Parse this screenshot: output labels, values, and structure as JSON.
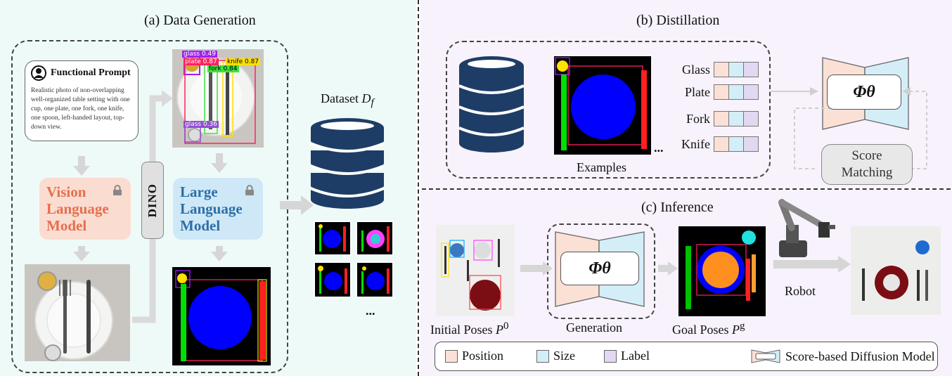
{
  "panels": {
    "a_title": "(a) Data Generation",
    "b_title": "(b) Distillation",
    "c_title": "(c) Inference"
  },
  "prompt": {
    "title": "Functional Prompt",
    "text": "Realistic photo of non-overlapping well-organized table setting with one cup, one plate, one fork, one knife, one spoon, left-handed layout, top-down view."
  },
  "models": {
    "vlm": [
      "Vision",
      "Language",
      "Model"
    ],
    "llm": [
      "Large",
      "Language",
      "Model"
    ],
    "dino": "DINO"
  },
  "detections": [
    {
      "label": "glass 0.49",
      "color": "#a020f0"
    },
    {
      "label": "plate 0.87",
      "color": "#ff2060"
    },
    {
      "label": "knife 0.87",
      "color": "#ffe000"
    },
    {
      "label": "fork 0.84",
      "color": "#40e040"
    },
    {
      "label": "glass 0.36",
      "color": "#9050d0"
    }
  ],
  "dataset": {
    "label": "Dataset",
    "symbol": "D",
    "sub": "f",
    "more": "..."
  },
  "distill": {
    "examples_label": "Examples",
    "ellipsis": "...",
    "objects": [
      "Glass",
      "Plate",
      "Fork",
      "Knife"
    ],
    "model_label": "Φθ",
    "score_label": [
      "Score",
      "Matching"
    ]
  },
  "inference": {
    "initial": {
      "label": "Initial Poses",
      "sym": "P",
      "sup": "0"
    },
    "generation": "Generation",
    "goal": {
      "label": "Goal Poses",
      "sym": "P",
      "sup": "g"
    },
    "robot": "Robot",
    "model_label": "Φθ"
  },
  "legend": {
    "position": "Position",
    "size": "Size",
    "label": "Label",
    "model": "Score-based Diffusion Model"
  },
  "colors": {
    "position": "#fbe0d6",
    "size": "#d4eef8",
    "label": "#e2d8f2",
    "vlm": "#fbdcd1",
    "llm": "#cfe8f8",
    "db": "#1e3d66",
    "plate_blue": "#0000ff"
  }
}
